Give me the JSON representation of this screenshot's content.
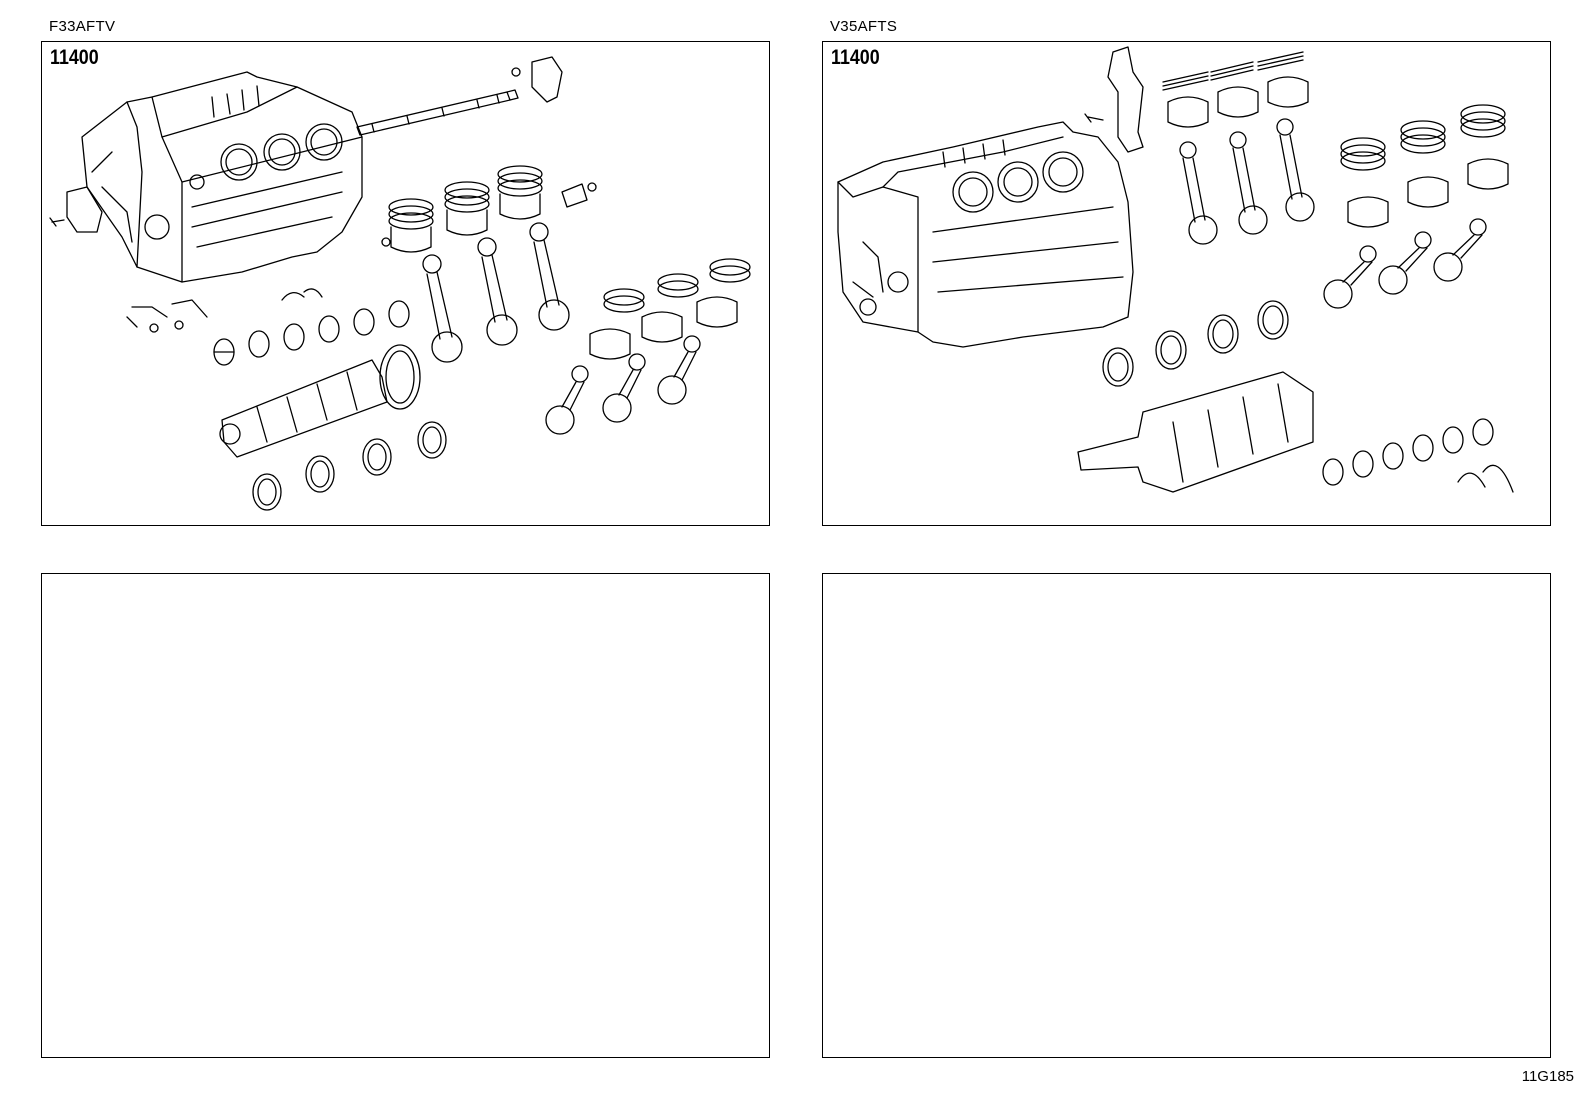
{
  "panels": [
    {
      "engine_code": "F33AFTV",
      "part_number": "11400"
    },
    {
      "engine_code": "V35AFTS",
      "part_number": "11400"
    },
    {
      "engine_code": "",
      "part_number": ""
    },
    {
      "engine_code": "",
      "part_number": ""
    }
  ],
  "illustration_code": "11G185"
}
